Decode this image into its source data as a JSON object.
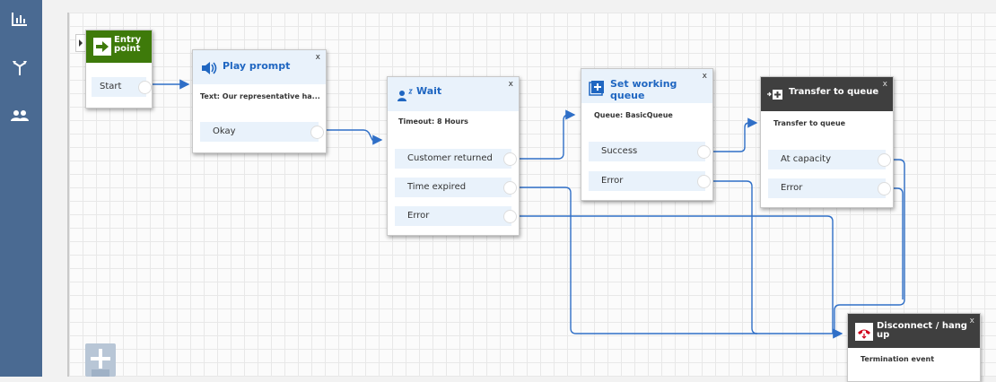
{
  "sidebar": {
    "icons": [
      "bar-chart-icon",
      "routing-icon",
      "users-icon"
    ]
  },
  "blocks": {
    "entry": {
      "title_line1": "Entry",
      "title_line2": "point",
      "branch": "Start"
    },
    "play_prompt": {
      "title": "Play prompt",
      "close": "x",
      "desc": "Text: Our representative ha...",
      "branch": "Okay"
    },
    "wait": {
      "title": "Wait",
      "close": "x",
      "desc": "Timeout: 8 Hours",
      "branches": [
        "Customer returned",
        "Time expired",
        "Error"
      ]
    },
    "set_queue": {
      "title": "Set working queue",
      "close": "x",
      "desc": "Queue: BasicQueue",
      "branches": [
        "Success",
        "Error"
      ]
    },
    "transfer": {
      "title": "Transfer to queue",
      "close": "x",
      "desc": "Transfer to queue",
      "branches": [
        "At capacity",
        "Error"
      ]
    },
    "disconnect": {
      "title_line1": "Disconnect / hang",
      "title_line2": "up",
      "close": "x",
      "desc": "Termination event"
    }
  },
  "colors": {
    "sidebar": "#4a6a92",
    "entry_header": "#3e7a0a",
    "transfer_header": "#3f3f3f",
    "wire": "#2f6fc7",
    "title_blue": "#1f66c1"
  }
}
